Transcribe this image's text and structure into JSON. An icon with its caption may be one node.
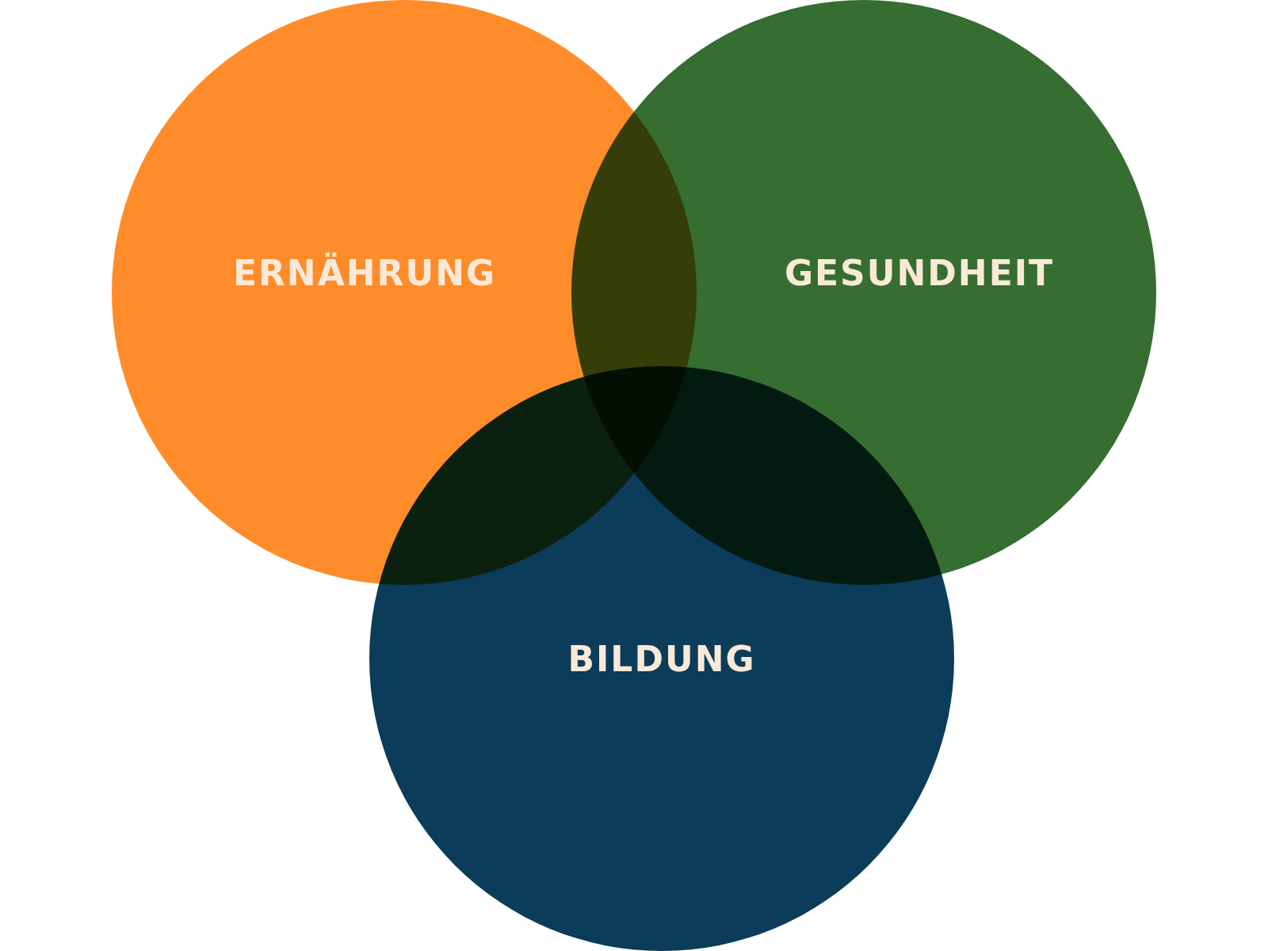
{
  "diagram": {
    "nodes": [
      {
        "text": [
          "ERNÄHRUNG"
        ]
      },
      {
        "text": [
          "GESUNDHEIT"
        ]
      },
      {
        "text": [
          "BILDUNG"
        ]
      }
    ]
  }
}
